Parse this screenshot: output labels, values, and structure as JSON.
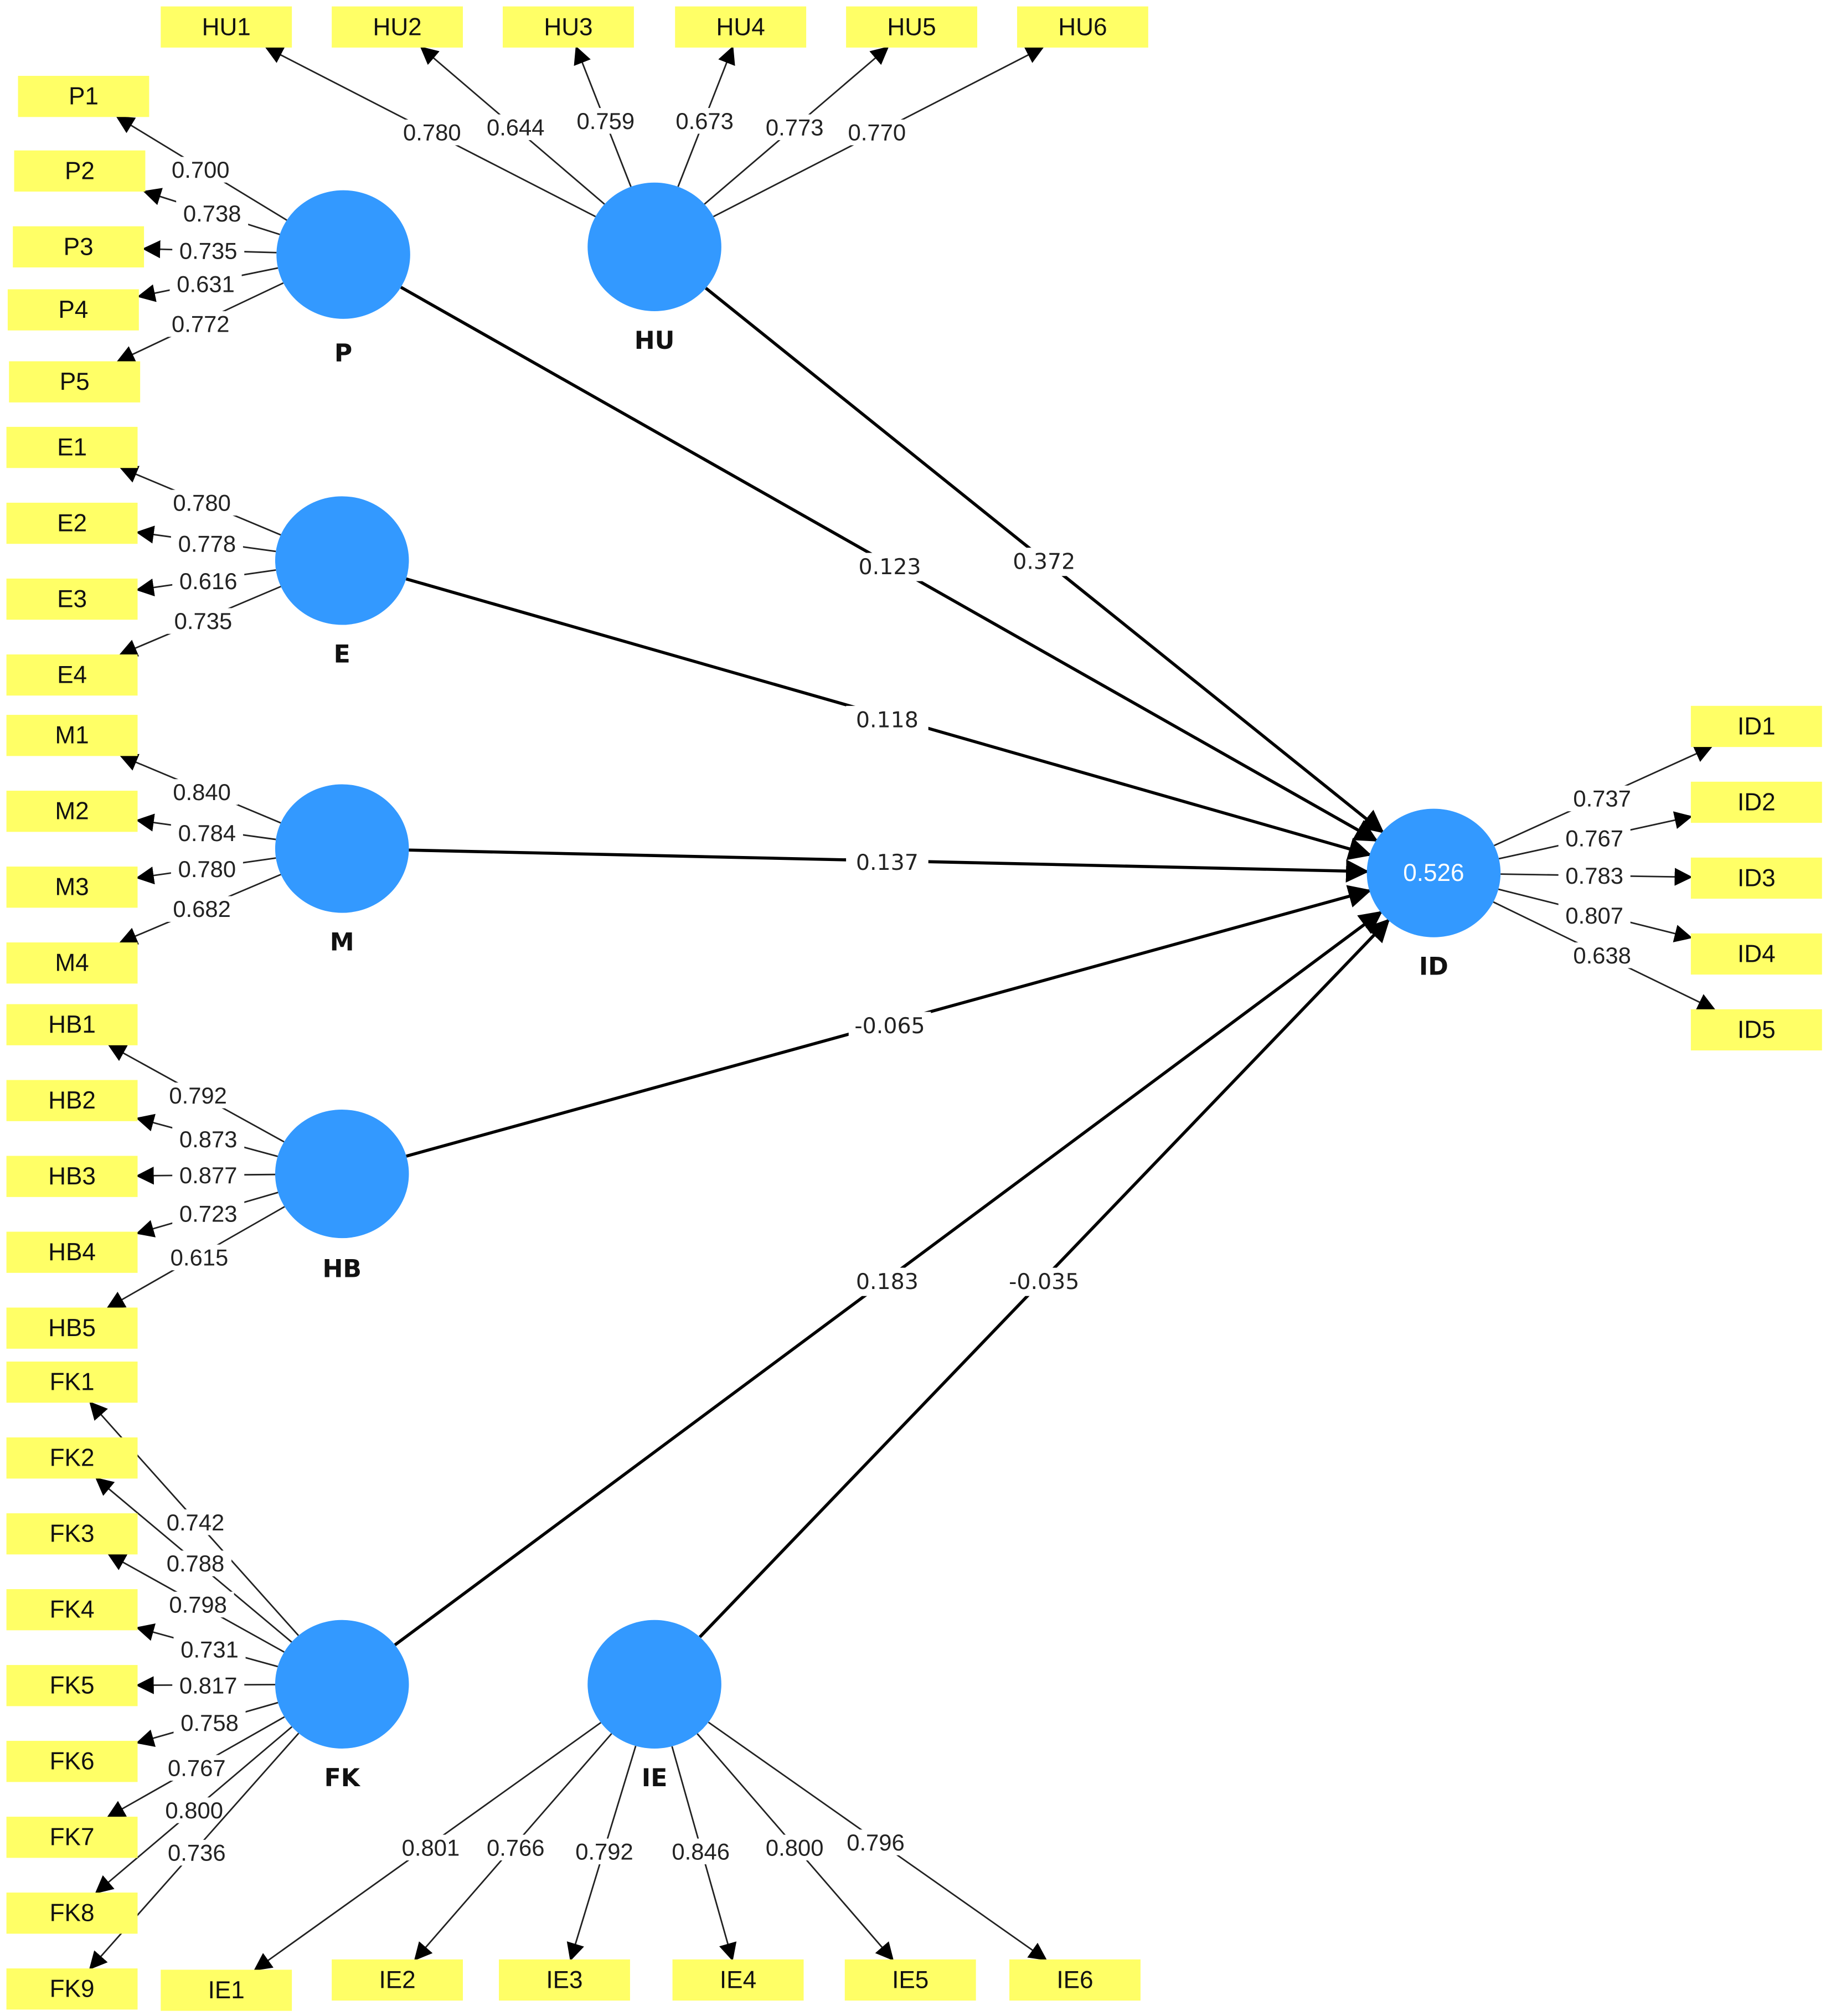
{
  "diagram": {
    "type": "PLS-SEM path model",
    "constructs": [
      {
        "id": "P",
        "label": "P",
        "r2": null
      },
      {
        "id": "HU",
        "label": "HU",
        "r2": null
      },
      {
        "id": "E",
        "label": "E",
        "r2": null
      },
      {
        "id": "M",
        "label": "M",
        "r2": null
      },
      {
        "id": "HB",
        "label": "HB",
        "r2": null
      },
      {
        "id": "FK",
        "label": "FK",
        "r2": null
      },
      {
        "id": "IE",
        "label": "IE",
        "r2": null
      },
      {
        "id": "ID",
        "label": "ID",
        "r2": "0.526"
      }
    ],
    "loadings": {
      "P": [
        {
          "item": "P1",
          "value": "0.700"
        },
        {
          "item": "P2",
          "value": "0.738"
        },
        {
          "item": "P3",
          "value": "0.735"
        },
        {
          "item": "P4",
          "value": "0.631"
        },
        {
          "item": "P5",
          "value": "0.772"
        }
      ],
      "HU": [
        {
          "item": "HU1",
          "value": "0.780"
        },
        {
          "item": "HU2",
          "value": "0.644"
        },
        {
          "item": "HU3",
          "value": "0.759"
        },
        {
          "item": "HU4",
          "value": "0.673"
        },
        {
          "item": "HU5",
          "value": "0.773"
        },
        {
          "item": "HU6",
          "value": "0.770"
        }
      ],
      "E": [
        {
          "item": "E1",
          "value": "0.780"
        },
        {
          "item": "E2",
          "value": "0.778"
        },
        {
          "item": "E3",
          "value": "0.616"
        },
        {
          "item": "E4",
          "value": "0.735"
        }
      ],
      "M": [
        {
          "item": "M1",
          "value": "0.840"
        },
        {
          "item": "M2",
          "value": "0.784"
        },
        {
          "item": "M3",
          "value": "0.780"
        },
        {
          "item": "M4",
          "value": "0.682"
        }
      ],
      "HB": [
        {
          "item": "HB1",
          "value": "0.792"
        },
        {
          "item": "HB2",
          "value": "0.873"
        },
        {
          "item": "HB3",
          "value": "0.877"
        },
        {
          "item": "HB4",
          "value": "0.723"
        },
        {
          "item": "HB5",
          "value": "0.615"
        }
      ],
      "FK": [
        {
          "item": "FK1",
          "value": "0.742"
        },
        {
          "item": "FK2",
          "value": "0.788"
        },
        {
          "item": "FK3",
          "value": "0.798"
        },
        {
          "item": "FK4",
          "value": "0.731"
        },
        {
          "item": "FK5",
          "value": "0.817"
        },
        {
          "item": "FK6",
          "value": "0.758"
        },
        {
          "item": "FK7",
          "value": "0.767"
        },
        {
          "item": "FK8",
          "value": "0.800"
        },
        {
          "item": "FK9",
          "value": "0.736"
        }
      ],
      "IE": [
        {
          "item": "IE1",
          "value": "0.801"
        },
        {
          "item": "IE2",
          "value": "0.766"
        },
        {
          "item": "IE3",
          "value": "0.792"
        },
        {
          "item": "IE4",
          "value": "0.846"
        },
        {
          "item": "IE5",
          "value": "0.800"
        },
        {
          "item": "IE6",
          "value": "0.796"
        }
      ],
      "ID": [
        {
          "item": "ID1",
          "value": "0.737"
        },
        {
          "item": "ID2",
          "value": "0.767"
        },
        {
          "item": "ID3",
          "value": "0.783"
        },
        {
          "item": "ID4",
          "value": "0.807"
        },
        {
          "item": "ID5",
          "value": "0.638"
        }
      ]
    },
    "paths": [
      {
        "from": "P",
        "to": "ID",
        "value": "0.123"
      },
      {
        "from": "HU",
        "to": "ID",
        "value": "0.372"
      },
      {
        "from": "E",
        "to": "ID",
        "value": "0.118"
      },
      {
        "from": "M",
        "to": "ID",
        "value": "0.137"
      },
      {
        "from": "HB",
        "to": "ID",
        "value": "-0.065"
      },
      {
        "from": "FK",
        "to": "ID",
        "value": "0.183"
      },
      {
        "from": "IE",
        "to": "ID",
        "value": "-0.035"
      }
    ],
    "colors": {
      "construct": "#3399ff",
      "indicator": "#ffff66",
      "line": "#000000"
    }
  }
}
